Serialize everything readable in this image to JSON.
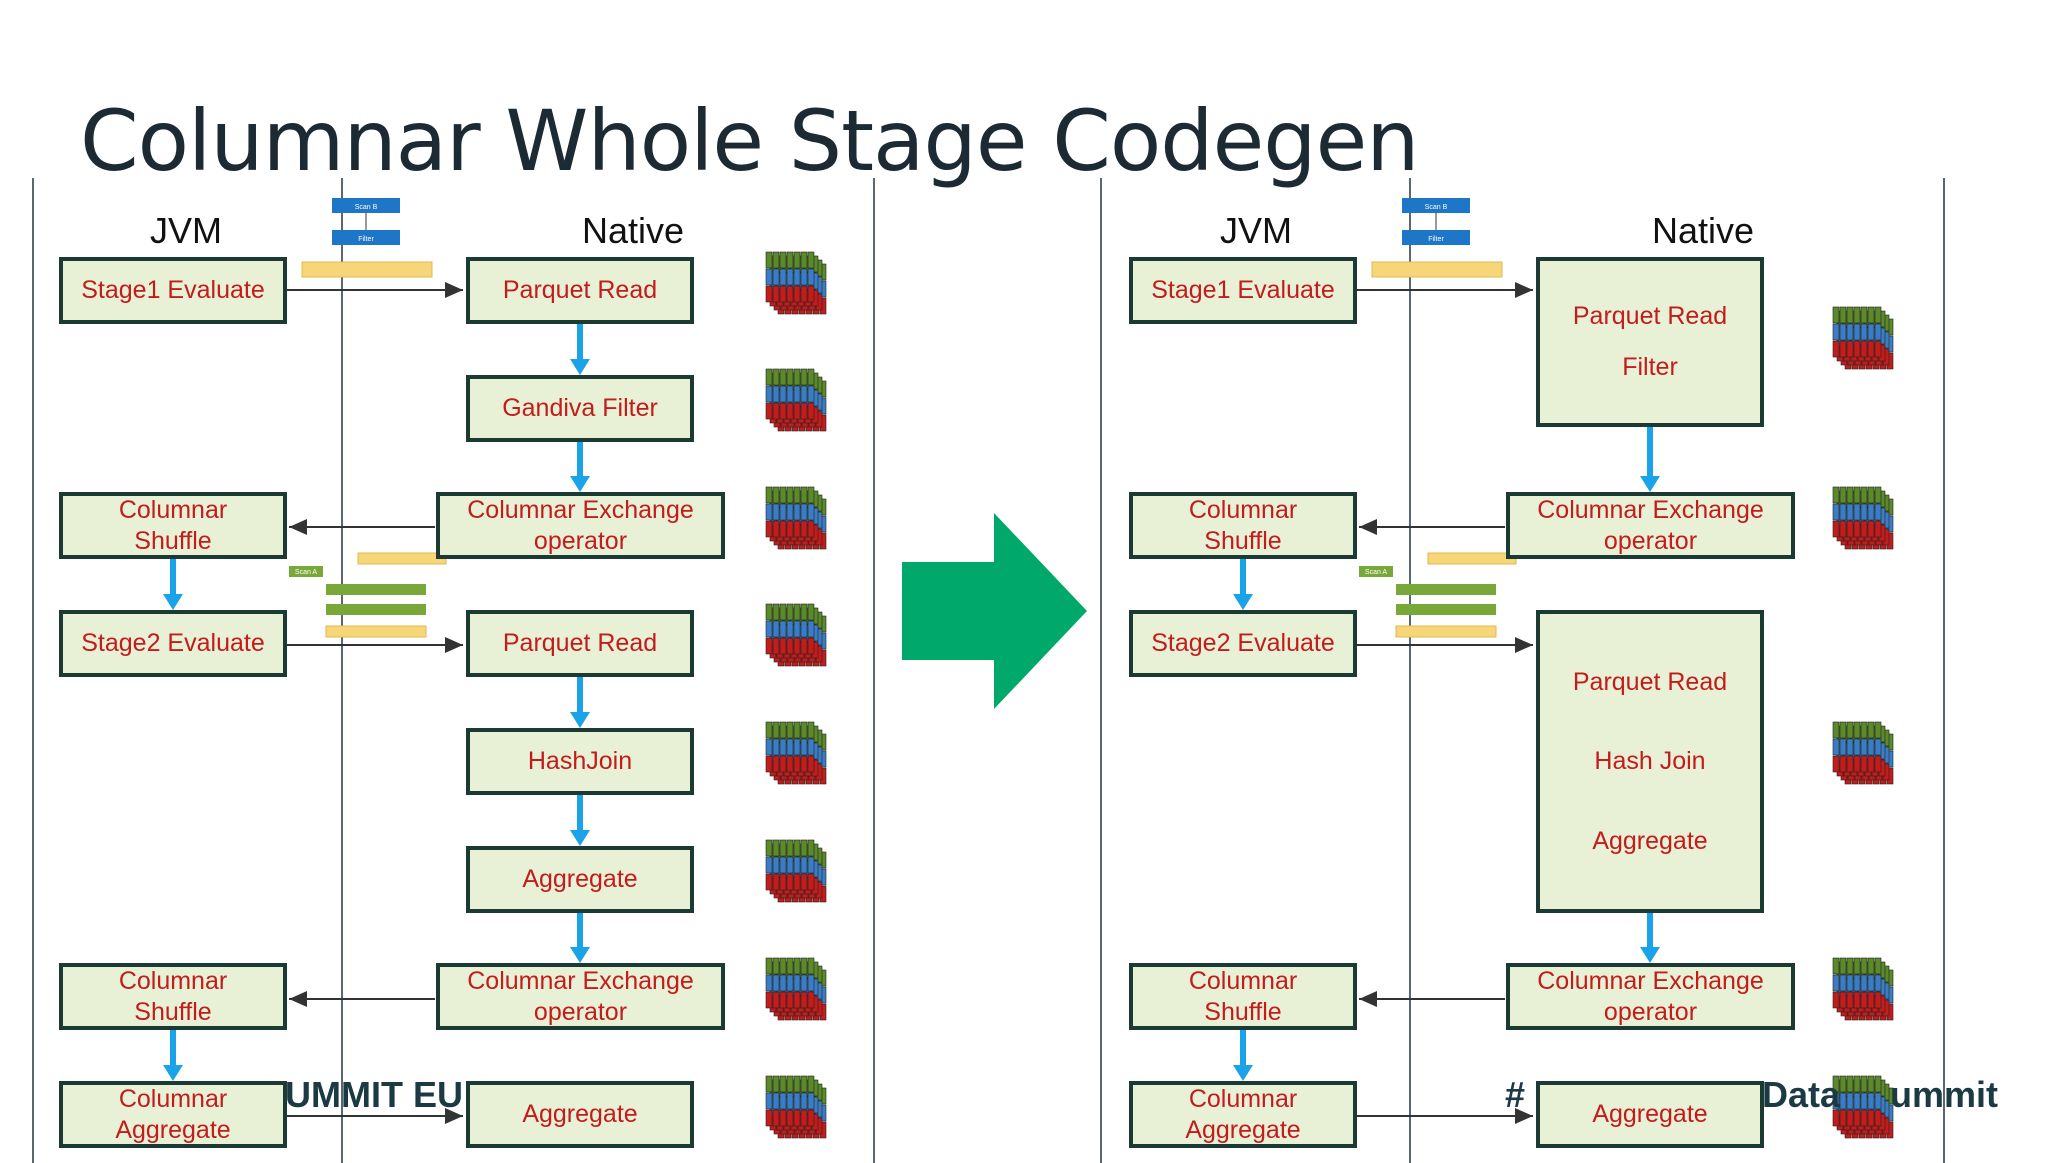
{
  "title": "Columnar Whole Stage Codegen",
  "left": {
    "jvm_header": "JVM",
    "native_header": "Native",
    "jvm_boxes": [
      "Stage1 Evaluate",
      "Columnar\nShuffle",
      "Stage2 Evaluate",
      "Columnar\nShuffle",
      "Columnar\nAggregate"
    ],
    "native_boxes": [
      "Parquet Read",
      "Gandiva Filter",
      "Columnar Exchange\noperator",
      "Parquet Read",
      "HashJoin",
      "Aggregate",
      "Columnar Exchange\noperator",
      "Aggregate"
    ]
  },
  "right": {
    "jvm_header": "JVM",
    "native_header": "Native",
    "jvm_boxes": [
      "Stage1 Evaluate",
      "Columnar\nShuffle",
      "Stage2 Evaluate",
      "Columnar\nShuffle",
      "Columnar\nAggregate"
    ],
    "native_group1": [
      "Parquet Read",
      "Filter"
    ],
    "exchange1": "Columnar Exchange\noperator",
    "native_group2": [
      "Parquet Read",
      "Hash Join",
      "Aggregate"
    ],
    "exchange2": "Columnar Exchange\noperator",
    "final_aggregate": "Aggregate"
  },
  "footer_left": "UMMIT EU",
  "footer_right_a": "#",
  "footer_right_b": "Data",
  "footer_right_c": "ummit",
  "mini_plan": {
    "scan_b": "Scan B",
    "filter": "Filter",
    "scan_a": "Scan A"
  },
  "colors": {
    "box_fill": "#e8f1d6",
    "box_border": "#1a3a33",
    "box_text": "#c21c1c",
    "arrow_blue": "#1aa3e8",
    "big_arrow": "#00a86b"
  },
  "icons": {
    "column_batch": "column-batch-icon",
    "transition": "right-arrow-icon"
  }
}
